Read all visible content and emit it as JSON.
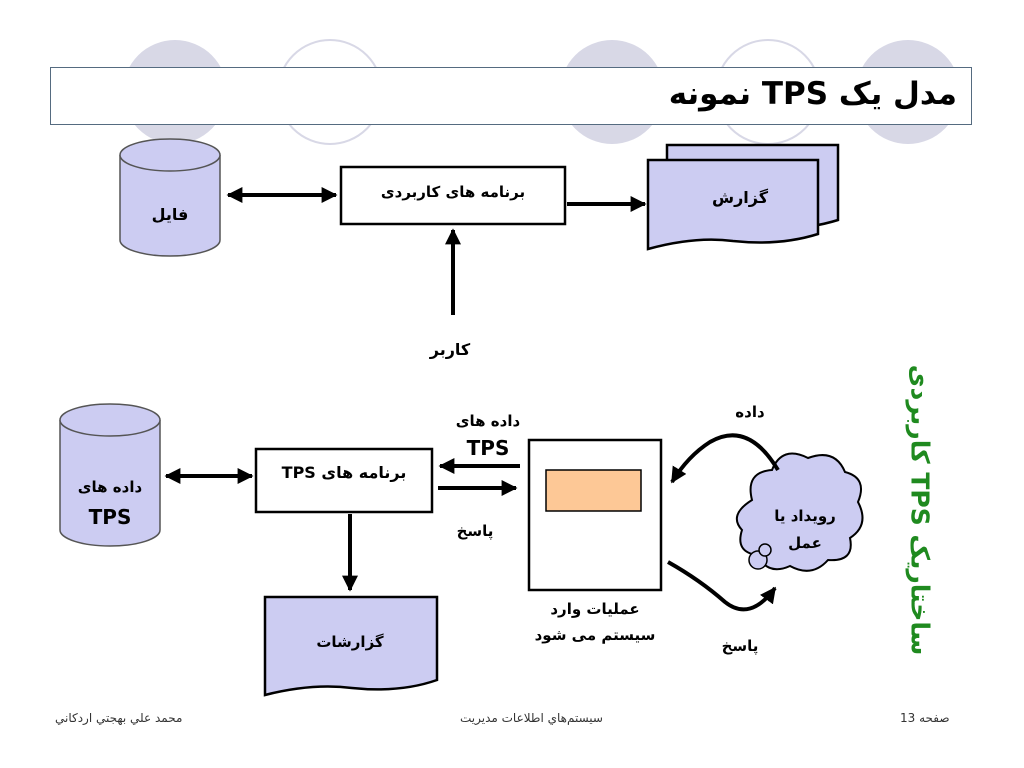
{
  "slide": {
    "title": "مدل یک TPS نمونه",
    "side_caption": "ساختاریک TPS کاربردی"
  },
  "top_diagram": {
    "file_label": "فايل",
    "app_label": "برنامه های کاربردی",
    "report_label": "گزارش",
    "user_label": "کاربر"
  },
  "bottom_diagram": {
    "db_label_line1": "داده های",
    "db_label_line2": "TPS",
    "program_label": "برنامه های TPS",
    "data_label_line1": "داده های",
    "data_label_line2": "TPS",
    "response_left": "پاسخ",
    "reports_label": "گزارشات",
    "ops_line1": "عملیات وارد",
    "ops_line2": "سیستم می شود",
    "event_line1": "رویداد یا",
    "event_line2": "عمل",
    "data_right": "داده",
    "response_right": "پاسخ"
  },
  "footer": {
    "author": "محمد علي بهجتي اردكاني",
    "course": "سيستم‌هاي اطلاعات مديريت",
    "page": "صفحه 13"
  },
  "colors": {
    "shape_fill": "#ccccf2",
    "inner_box_fill": "#fdc896",
    "side_caption": "#1f8a1f",
    "decor_circle": "#d8d8e6"
  }
}
